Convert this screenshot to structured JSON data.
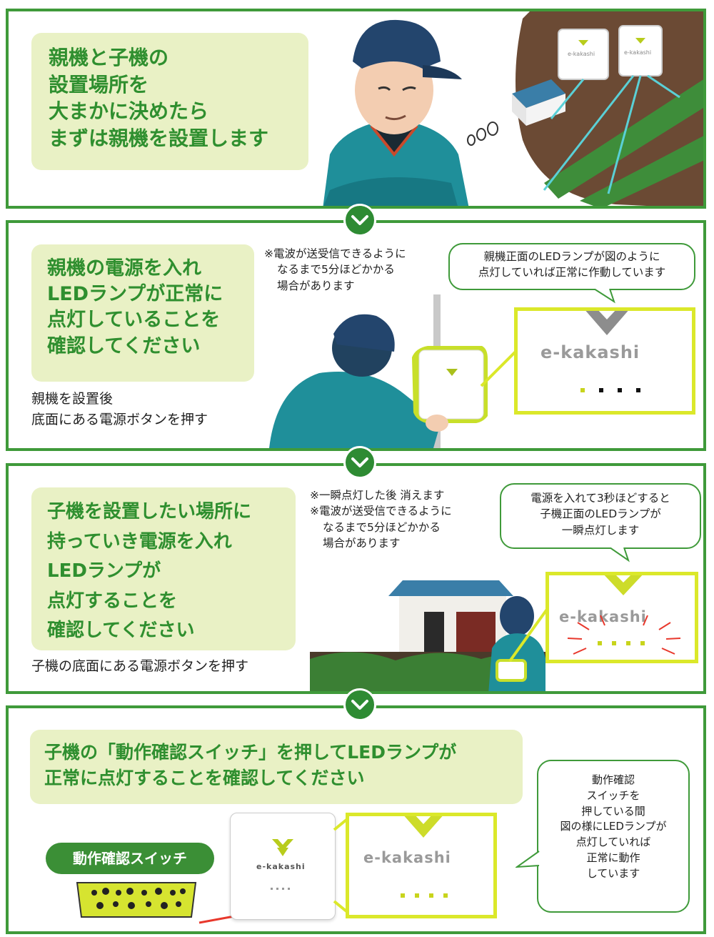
{
  "step1": {
    "heading": [
      "親機と子機の",
      "設置場所を",
      "大まかに決めたら",
      "まずは親機を設置します"
    ],
    "device_brand": "e-kakashi"
  },
  "step2": {
    "heading": [
      "親機の電源を入れ",
      "LEDランプが正常に",
      "点灯していることを",
      "確認してください"
    ],
    "instruction": [
      "親機を設置後",
      "底面にある電源ボタンを押す"
    ],
    "note": [
      "※電波が送受信できるように",
      "なるまで5分ほどかかる",
      "場合があります"
    ],
    "bubble": [
      "親機正面のLEDランプが図のように",
      "点灯していれば正常に作動しています"
    ],
    "brand": "e-kakashi"
  },
  "step3": {
    "heading": [
      "子機を設置したい場所に",
      "持っていき電源を入れ",
      "LEDランプが",
      "点灯することを",
      "確認してください"
    ],
    "instruction": [
      "子機の底面にある電源ボタンを押す"
    ],
    "note": [
      "※一瞬点灯した後 消えます",
      "※電波が送受信できるように",
      "なるまで5分ほどかかる",
      "場合があります"
    ],
    "bubble": [
      "電源を入れて3秒ほどすると",
      "子機正面のLEDランプが",
      "一瞬点灯します"
    ],
    "brand": "e-kakashi"
  },
  "step4": {
    "heading": [
      "子機の「動作確認スイッチ」を押してLEDランプが",
      "正常に点灯することを確認してください"
    ],
    "switch_label": "動作確認スイッチ",
    "bubble": [
      "動作確認",
      "スイッチを",
      "押している間",
      "図の様にLEDランプが",
      "点灯していれば",
      "正常に動作",
      "しています"
    ],
    "brand": "e-kakashi"
  },
  "colors": {
    "frame_green": "#3f9a3a",
    "heading_green": "#2f8f2f",
    "heading_bg": "#e9f1c5",
    "led_lime": "#dbe82a",
    "chevron_green": "#2e8b33",
    "flash_red": "#e8382c"
  }
}
